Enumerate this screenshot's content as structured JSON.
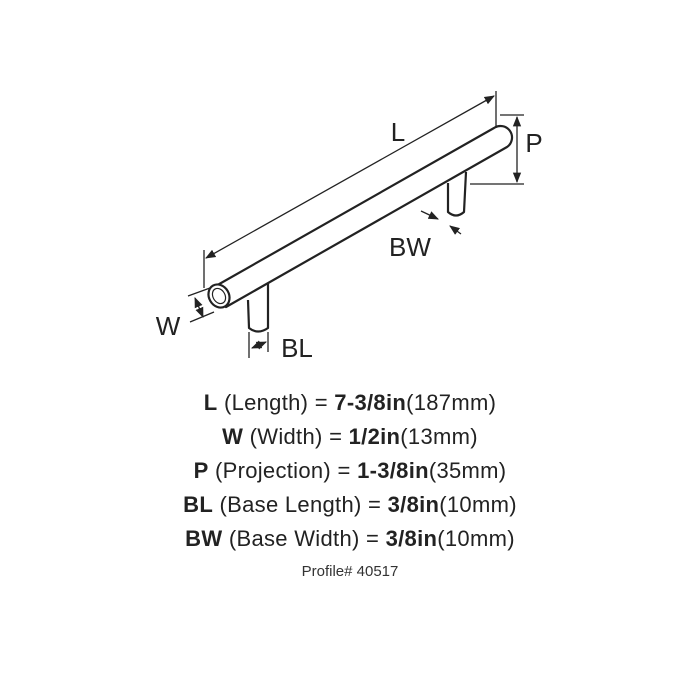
{
  "diagram": {
    "labels": {
      "length": "L",
      "projection": "P",
      "base_width": "BW",
      "width": "W",
      "base_length": "BL"
    }
  },
  "specs": [
    {
      "code": "L",
      "name": "(Length)",
      "eq": "=",
      "value": "7-3/8in",
      "metric": "(187mm)"
    },
    {
      "code": "W",
      "name": "(Width)",
      "eq": "=",
      "value": "1/2in",
      "metric": "(13mm)"
    },
    {
      "code": "P",
      "name": "(Projection)",
      "eq": "=",
      "value": "1-3/8in",
      "metric": "(35mm)"
    },
    {
      "code": "BL",
      "name": "(Base Length)",
      "eq": "=",
      "value": "3/8in",
      "metric": "(10mm)"
    },
    {
      "code": "BW",
      "name": "(Base Width)",
      "eq": "=",
      "value": "3/8in",
      "metric": "(10mm)"
    }
  ],
  "profile": "Profile# 40517"
}
